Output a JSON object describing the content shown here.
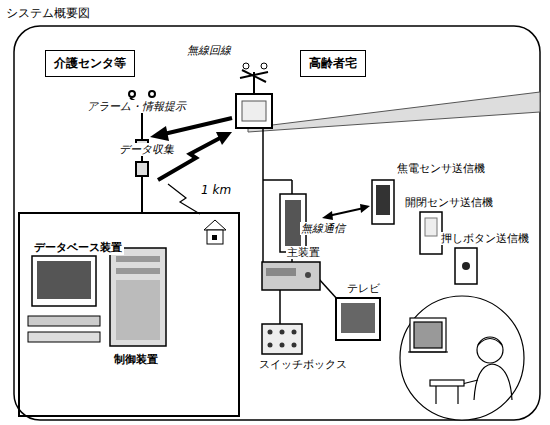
{
  "diagram": {
    "title": "システム概要図",
    "nodes": [
      {
        "text": [
          "介護センタ等"
        ]
      },
      {
        "text": [
          "高齢者宅"
        ]
      },
      {
        "text": [
          "データベース装置",
          "制御装置"
        ]
      }
    ],
    "labels": [
      "無線回線",
      "アラーム・情報提示",
      "データ収集",
      "1 km",
      "焦電センサ送信機",
      "開閉センサ送信機",
      "押しボタン送信機",
      "無線通信",
      "主装置",
      "テレビ",
      "スイッチボックス"
    ]
  }
}
